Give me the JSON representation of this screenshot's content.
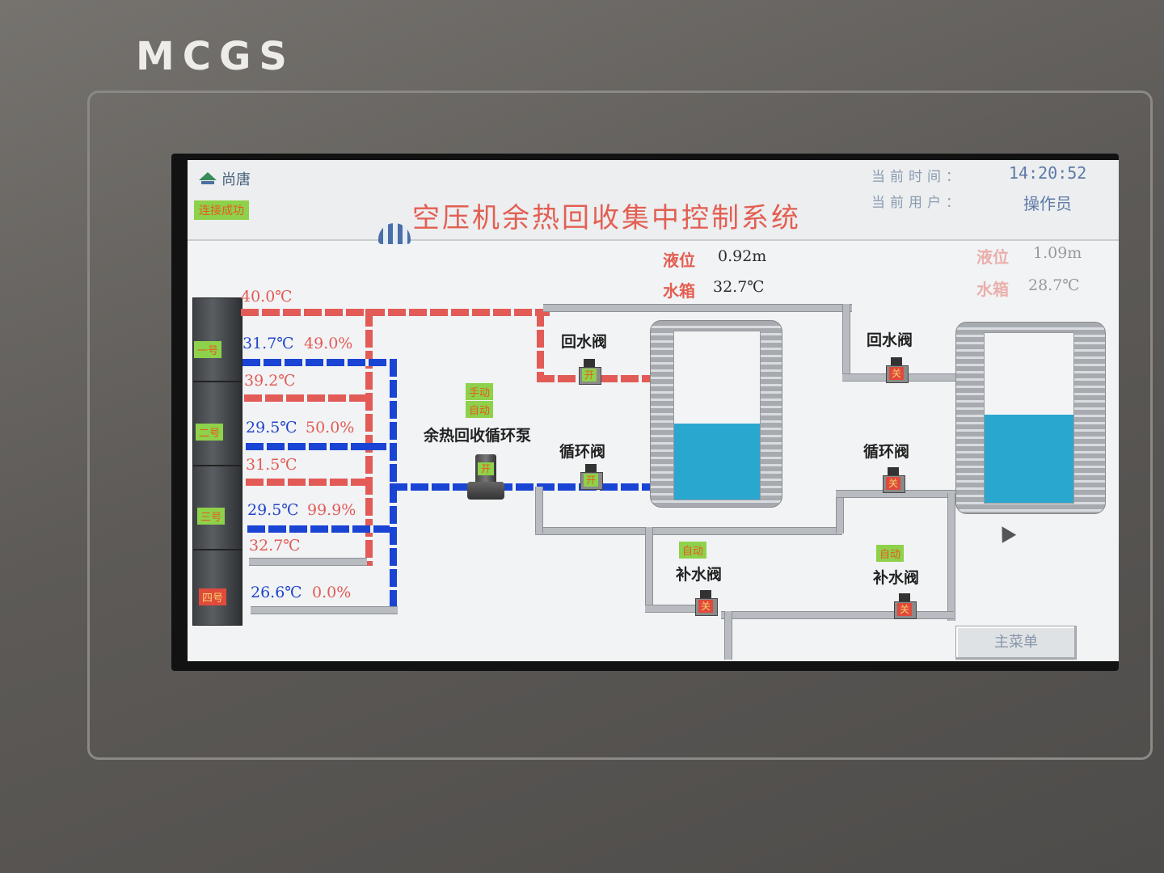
{
  "device": {
    "brand": "MCGS"
  },
  "header": {
    "logo_text": "尚唐",
    "connection_status": "连接成功",
    "title": "空压机余热回收集中控制系统",
    "time_label": "当前时间：",
    "time_value": "14:20:52",
    "user_label": "当前用户：",
    "user_value": "操作员"
  },
  "tank1": {
    "level_label": "液位",
    "level_value": "0.92m",
    "temp_label": "水箱",
    "temp_value": "32.7℃",
    "fill_fraction": 0.45
  },
  "tank2": {
    "level_label": "液位",
    "level_value": "1.09m",
    "temp_label": "水箱",
    "temp_value": "28.7℃",
    "fill_fraction": 0.52
  },
  "compressors": [
    {
      "name": "一号",
      "out_temp": "40.0℃",
      "in_temp": "31.7℃",
      "load": "49.0%",
      "status_color": "#8ed14a"
    },
    {
      "name": "二号",
      "out_temp": "39.2℃",
      "in_temp": "29.5℃",
      "load": "50.0%",
      "status_color": "#8ed14a"
    },
    {
      "name": "三号",
      "out_temp": "31.5℃",
      "in_temp": "29.5℃",
      "load": "99.9%",
      "status_color": "#8ed14a"
    },
    {
      "name": "四号",
      "out_temp": "32.7℃",
      "in_temp": "26.6℃",
      "load": "0.0%",
      "status_color": "#e04a3c"
    }
  ],
  "pump": {
    "label": "余热回收循环泵",
    "tag1": "手动",
    "tag2": "自动",
    "state": "开"
  },
  "valves": {
    "return1": {
      "label": "回水阀",
      "state": "开"
    },
    "circ1": {
      "label": "循环阀",
      "state": "开"
    },
    "return2": {
      "label": "回水阀",
      "state": "关"
    },
    "circ2": {
      "label": "循环阀",
      "state": "关"
    },
    "makeup1": {
      "label": "补水阀",
      "mode": "自动",
      "state": "关"
    },
    "makeup2": {
      "label": "补水阀",
      "mode": "自动",
      "state": "关"
    }
  },
  "footer": {
    "main_menu": "主菜单"
  },
  "colors": {
    "hot": "#e25b56",
    "cold": "#1a44d4",
    "open": "#8ed14a",
    "closed": "#e04a3c",
    "title": "#e35f52"
  }
}
